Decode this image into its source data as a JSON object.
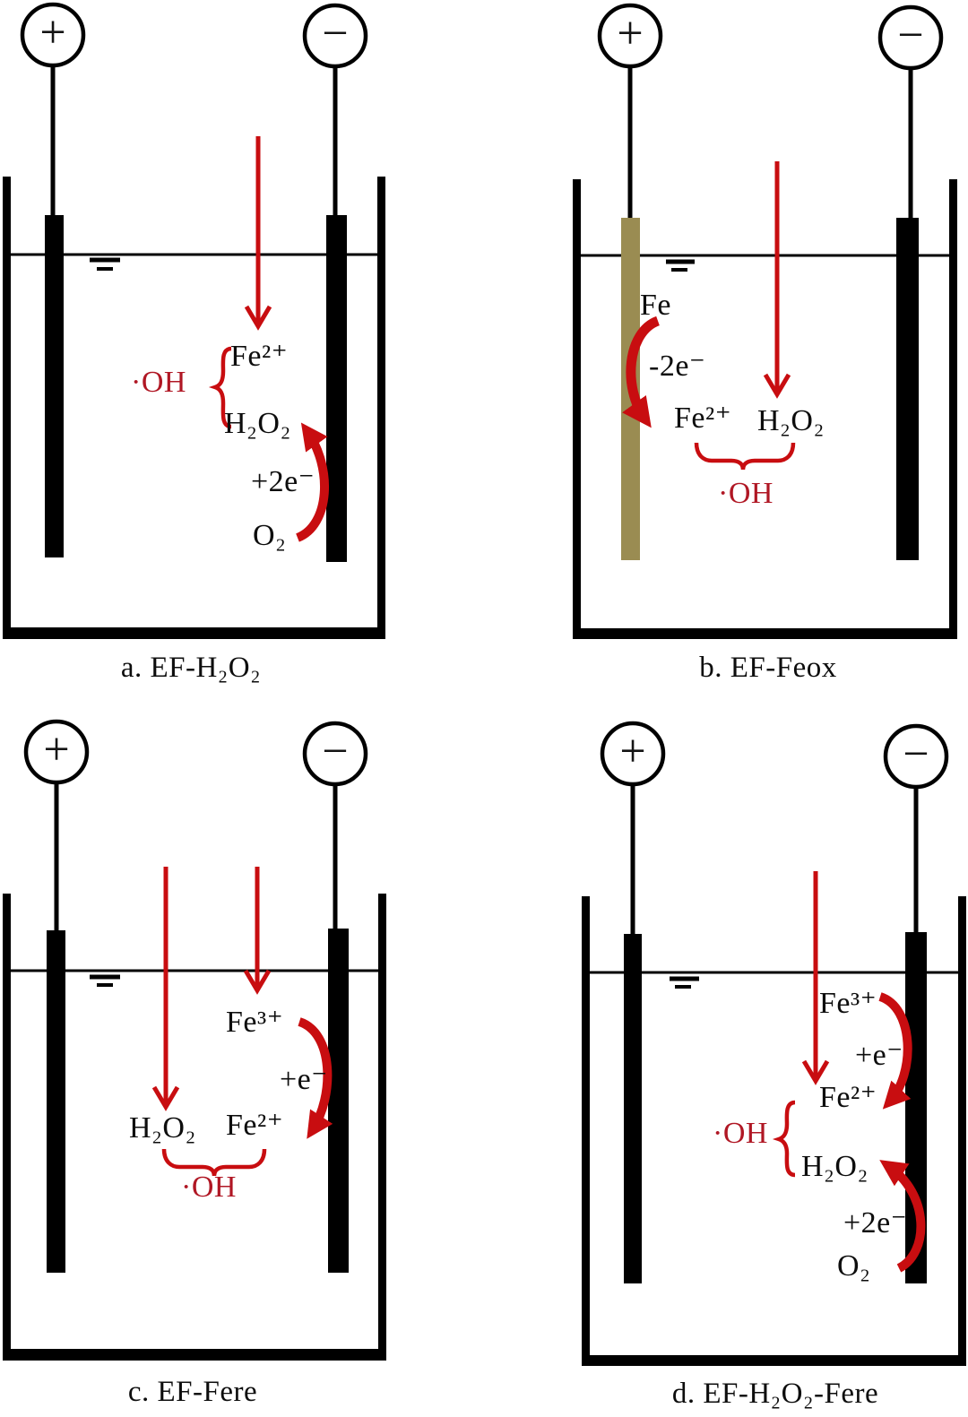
{
  "figure_type": "electro-fenton-process-diagram",
  "colors": {
    "arrow_red": "#c80d10",
    "hydroxyl_text_red": "#b01724",
    "electrode_black": "#000000",
    "iron_anode_tan": "#9a8c52",
    "background": "#ffffff"
  },
  "panels": {
    "a": {
      "caption": "a. EF-H₂O₂",
      "terminal_plus": "+",
      "terminal_minus": "−",
      "labels": {
        "oh": "·OH",
        "fe2": "Fe²⁺",
        "h2o2": "H₂O₂",
        "plus_2e": "+2e⁻",
        "o2": "O₂"
      }
    },
    "b": {
      "caption": "b. EF-Feox",
      "terminal_plus": "+",
      "terminal_minus": "−",
      "labels": {
        "fe": "Fe",
        "minus_2e": "-2e⁻",
        "fe2": "Fe²⁺",
        "h2o2": "H₂O₂",
        "oh": "·OH"
      }
    },
    "c": {
      "caption": "c. EF-Fere",
      "terminal_plus": "+",
      "terminal_minus": "−",
      "labels": {
        "fe3": "Fe³⁺",
        "plus_e": "+e⁻",
        "h2o2": "H₂O₂",
        "fe2": "Fe²⁺",
        "oh": "·OH"
      }
    },
    "d": {
      "caption": "d. EF-H₂O₂-Fere",
      "terminal_plus": "+",
      "terminal_minus": "−",
      "labels": {
        "fe3": "Fe³⁺",
        "plus_e": "+e⁻",
        "fe2": "Fe²⁺",
        "oh": "·OH",
        "h2o2": "H₂O₂",
        "plus_2e": "+2e⁻",
        "o2": "O₂"
      }
    }
  }
}
